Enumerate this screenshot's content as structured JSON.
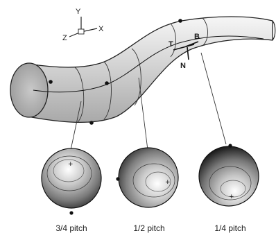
{
  "axes_triad": {
    "x": "X",
    "y": "Y",
    "z": "Z"
  },
  "frame_labels": {
    "tangent": "T",
    "binormal": "B",
    "normal": "N"
  },
  "sections": [
    {
      "caption": "3/4 pitch"
    },
    {
      "caption": "1/2 pitch"
    },
    {
      "caption": "1/4 pitch"
    }
  ],
  "colors": {
    "tube": "#d9d9d9",
    "outline": "#222222",
    "marker": "#111111"
  }
}
